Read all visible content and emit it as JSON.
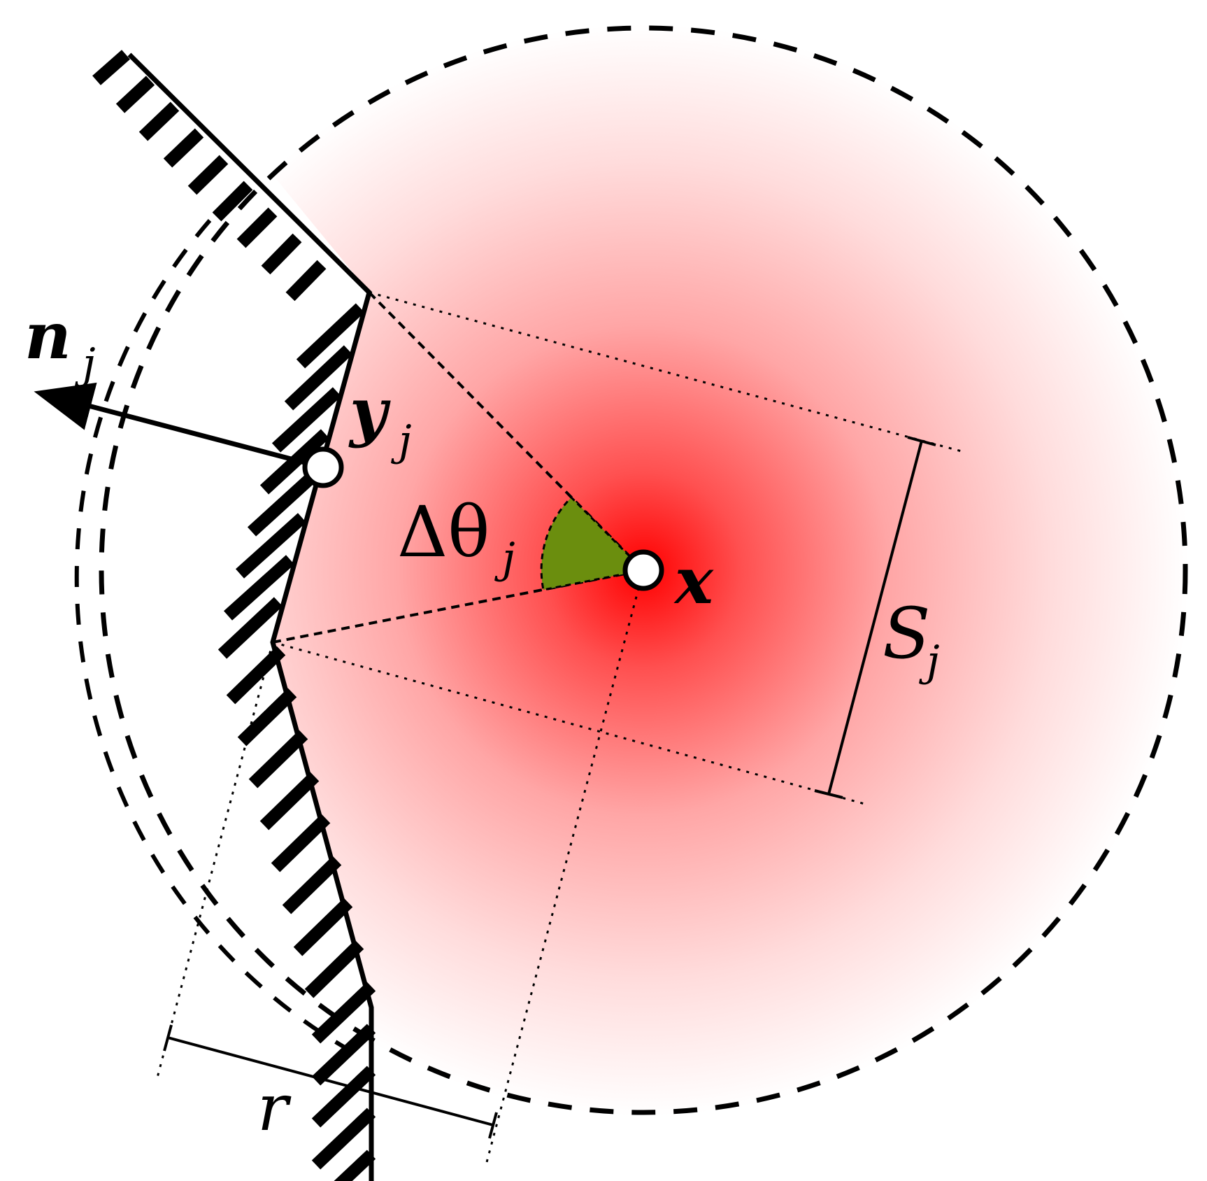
{
  "labels": {
    "normal_vector": "n",
    "normal_vector_sub": "j",
    "boundary_point": "y",
    "boundary_point_sub": "j",
    "field_point": "x",
    "angle_delta": "Δθ",
    "angle_delta_sub": "j",
    "segment_length": "S",
    "segment_length_sub": "j",
    "radius": "r"
  },
  "colors": {
    "kernel_center": "#ff0000",
    "kernel_edge": "#ffffff",
    "angle_wedge": "#6b8e0e",
    "stroke": "#000000"
  }
}
